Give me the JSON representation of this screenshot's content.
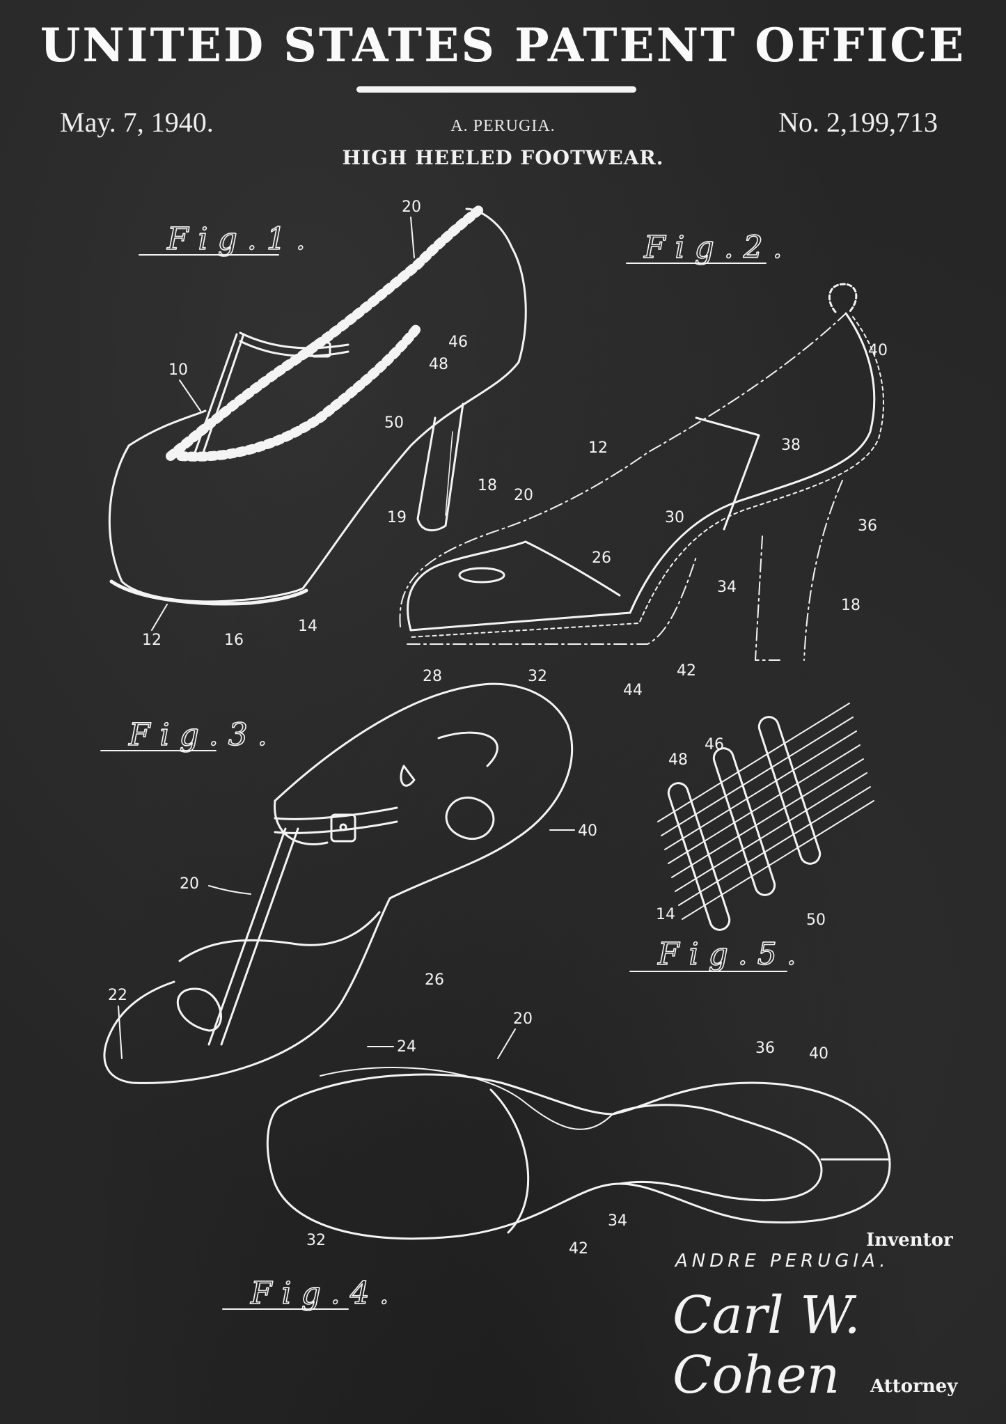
{
  "header": {
    "office": "UNITED STATES PATENT OFFICE",
    "date": "May. 7, 1940.",
    "inventor_short": "A. PERUGIA.",
    "patent_number": "No. 2,199,713",
    "title": "HIGH HEELED FOOTWEAR."
  },
  "figures": {
    "fig1": {
      "label": "Fig.1.",
      "refs": [
        "20",
        "10",
        "46",
        "48",
        "50",
        "18",
        "19",
        "12",
        "16",
        "14"
      ]
    },
    "fig2": {
      "label": "Fig.2.",
      "refs": [
        "40",
        "12",
        "38",
        "20",
        "30",
        "36",
        "26",
        "34",
        "18",
        "28",
        "32",
        "44",
        "42"
      ]
    },
    "fig3": {
      "label": "Fig.3.",
      "refs": [
        "40",
        "20",
        "26",
        "22",
        "24"
      ]
    },
    "fig4": {
      "label": "Fig.4.",
      "refs": [
        "20",
        "36",
        "40",
        "32",
        "42",
        "34"
      ]
    },
    "fig5": {
      "label": "Fig.5.",
      "refs": [
        "48",
        "46",
        "14",
        "50"
      ]
    }
  },
  "signature": {
    "inventor_heading": "Inventor",
    "inventor_name": "ANDRE PERUGIA.",
    "attorney_signature": "Carl W. Cohen",
    "attorney_heading": "Attorney"
  },
  "colors": {
    "background": "#262626",
    "ink": "#f4f4f4"
  }
}
